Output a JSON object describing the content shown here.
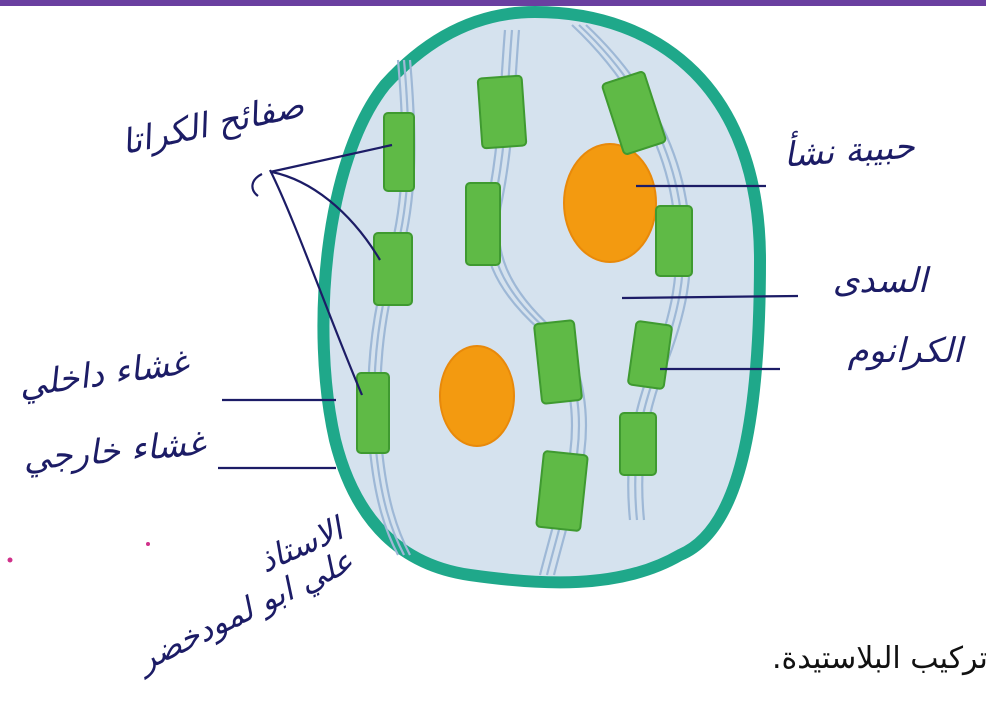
{
  "caption": "تركيب البلاستيدة.",
  "labels": {
    "grana_plates": "صفائح الكراتا",
    "starch_grain": "حبيبة نشأ",
    "stroma": "السدى",
    "granum": "الكرانوم",
    "inner_membrane": "غشاء داخلي",
    "outer_membrane": "غشاء خارجي"
  },
  "signature": {
    "line1": "الاستاذ",
    "line2": "علي ابو لمودخضر"
  },
  "colors": {
    "outer_membrane": "#1fa88a",
    "stroma": "#d5e2ee",
    "grana": "#5fba46",
    "starch": "#f39a10",
    "thylakoid": "#9eb8d6",
    "ink": "#1c1c66",
    "top_bar": "#6a3fa0"
  }
}
